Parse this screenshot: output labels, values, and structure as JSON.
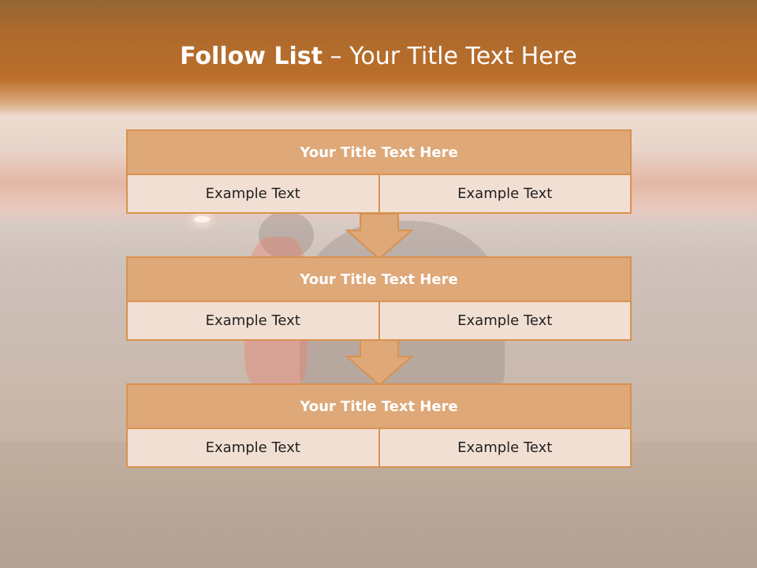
{
  "slide": {
    "title_bold": "Follow List",
    "title_rest": " – Your Title Text Here"
  },
  "blocks": [
    {
      "title": "Your Title Text Here",
      "cells": [
        "Example Text",
        "Example Text"
      ]
    },
    {
      "title": "Your Title Text Here",
      "cells": [
        "Example Text",
        "Example Text"
      ]
    },
    {
      "title": "Your Title Text Here",
      "cells": [
        "Example Text",
        "Example Text"
      ]
    }
  ],
  "colors": {
    "header_fill": "#dea878",
    "border": "#d8924f",
    "cell_fill": "#f2dfd3",
    "title_band": "#bb6f2b"
  },
  "icons": [
    "down-arrow-icon",
    "down-arrow-icon"
  ]
}
